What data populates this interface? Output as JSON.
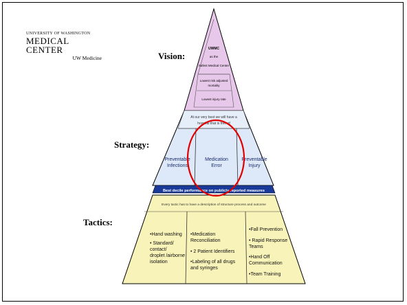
{
  "logo": {
    "line1": "UNIVERSITY OF WASHINGTON",
    "line2": "MEDICAL CENTER",
    "line3": "UW Medicine"
  },
  "tiers": {
    "vision": "Vision:",
    "strategy": "Strategy:",
    "tactics": "Tactics:"
  },
  "vision_box": {
    "title": "UWMC",
    "line2": "as the",
    "line3": "Safest Medical Center",
    "item1a": "Lowest risk adjusted",
    "item1b": "mortality",
    "item2": "Lowest injury rate"
  },
  "strategy_box": {
    "intro1": "At our very best we will have a",
    "intro2": "hospital that is free of",
    "col1a": "Preventable",
    "col1b": "Infections",
    "col2a": "Medication",
    "col2b": "Error",
    "col3a": "Preventable",
    "col3b": "Injury",
    "footer": "Best decile performance on publicly reported measures"
  },
  "tactics_box": {
    "header": "Every tactic has to have a description of structure process and outcome",
    "col1": [
      "•Hand washing",
      "• Standard/",
      "contact/",
      "droplet /airborne",
      "isolation"
    ],
    "col2": [
      "•Medication",
      "Reconciliation",
      "• 2 Patient Identifiers",
      "•Labeling of all drugs",
      "and syringes"
    ],
    "col3": [
      "•Fall Prevention",
      "• Rapid Response",
      "Teams",
      "•Hand Off",
      "Communication",
      "•Team Training"
    ]
  },
  "colors": {
    "vision_fill": "#e8c8ea",
    "strategy_fill": "#dde8f8",
    "strategy_band": "#1a3a9a",
    "tactics_fill": "#f8f3b8",
    "highlight_circle": "#e00000"
  }
}
